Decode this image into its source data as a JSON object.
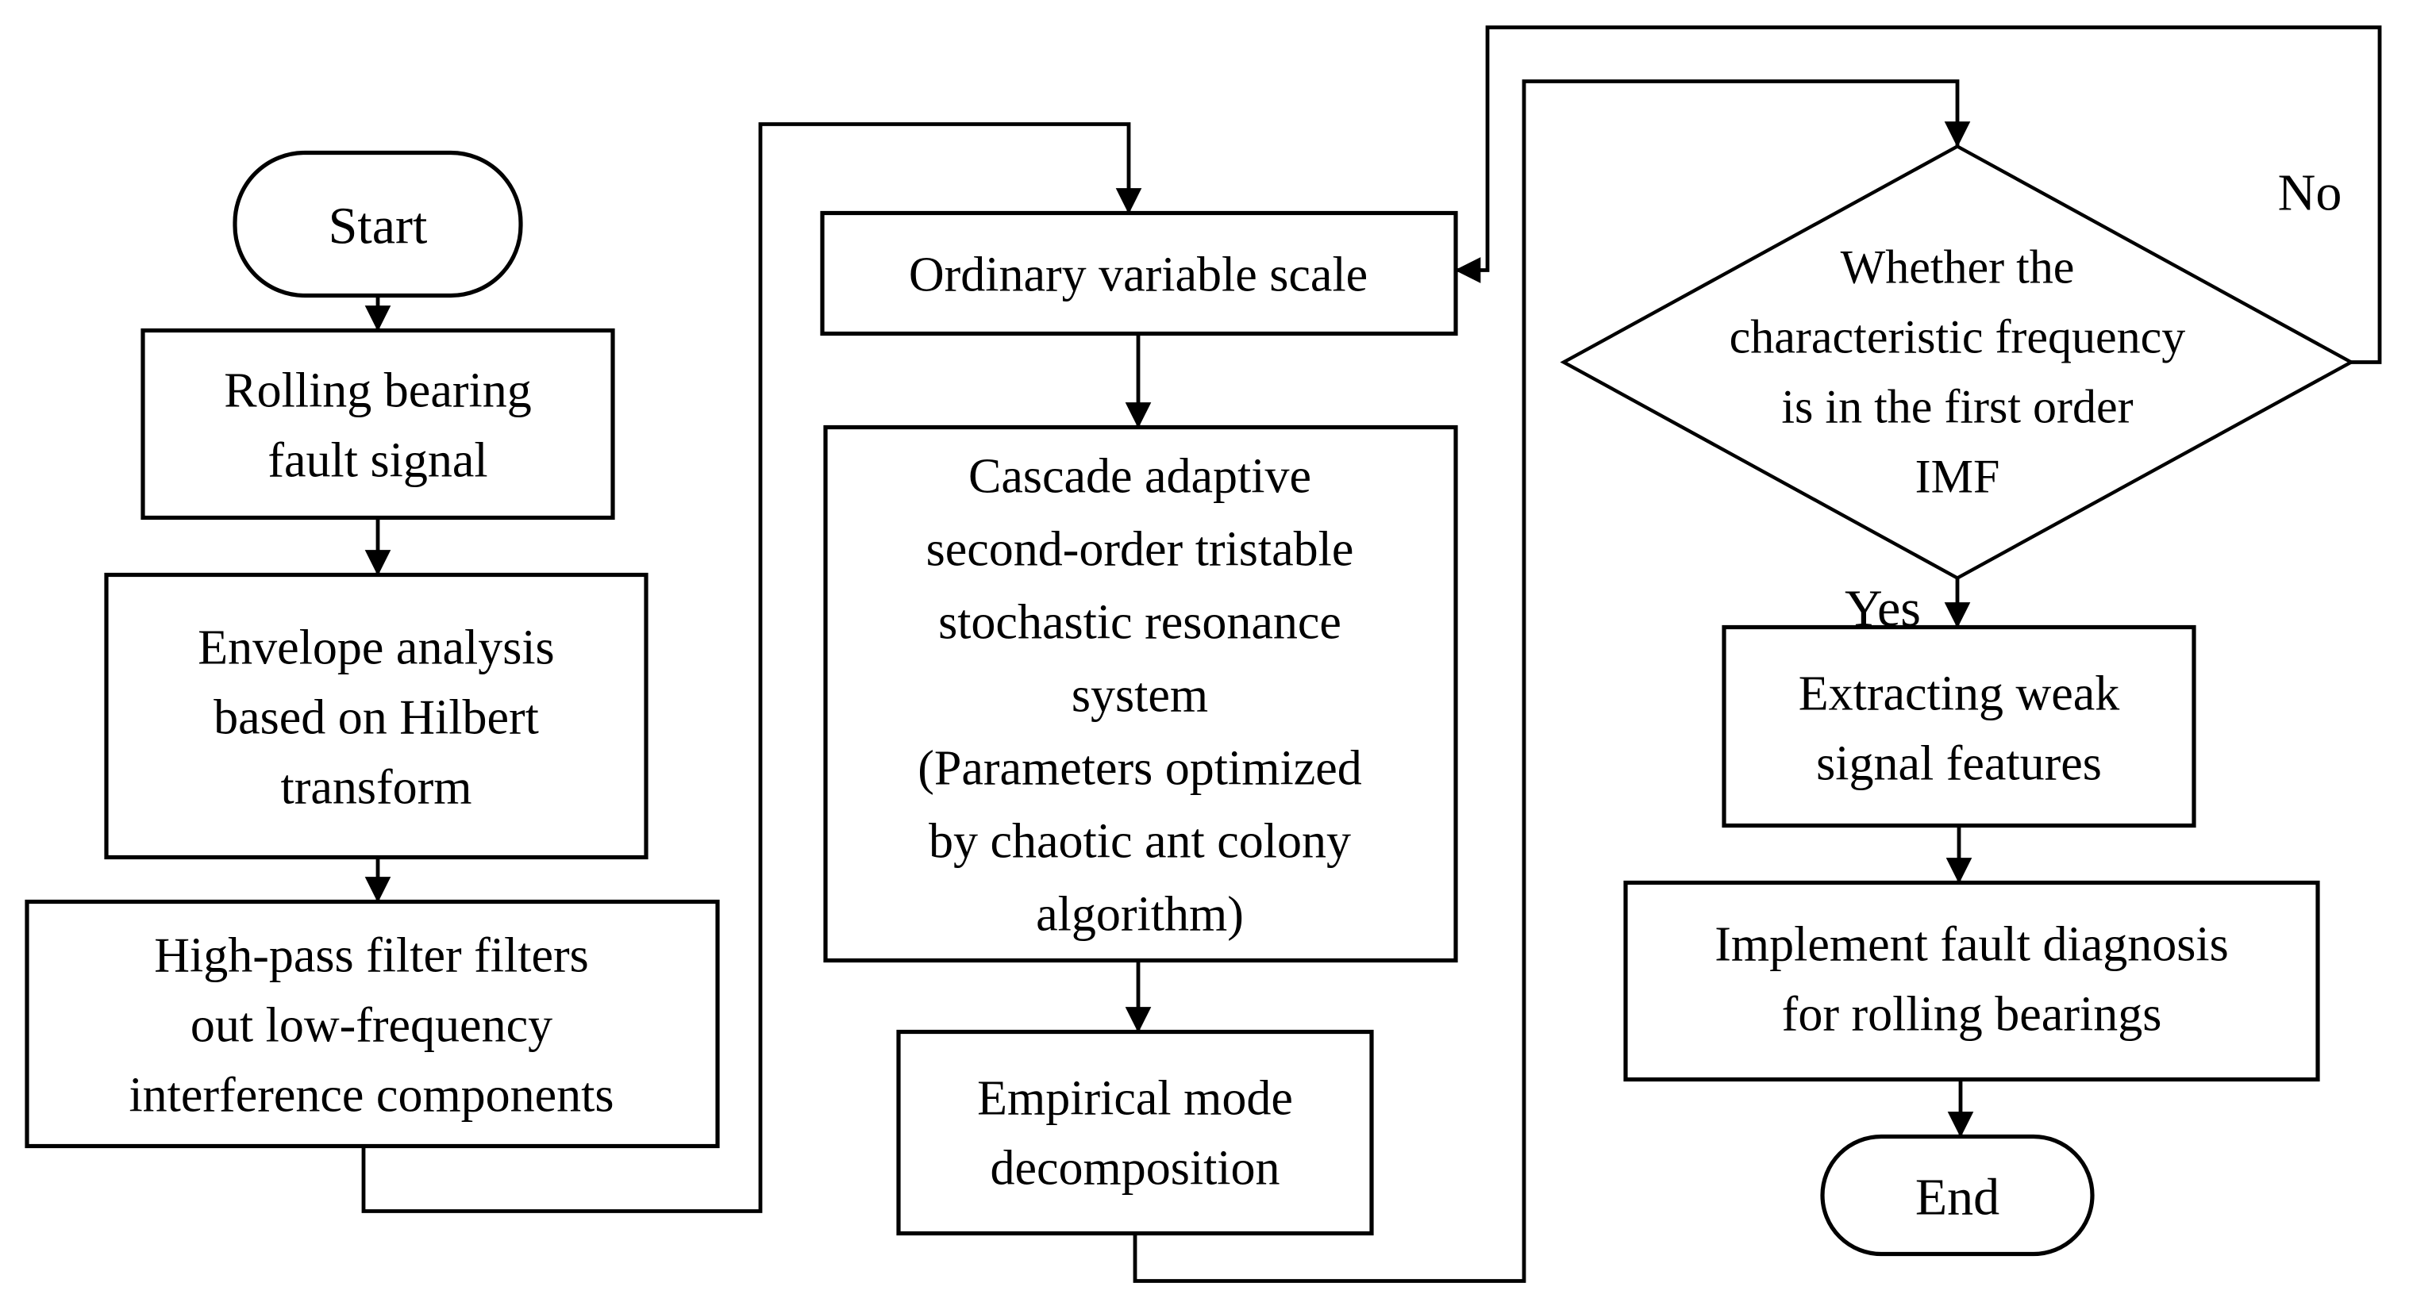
{
  "diagram": {
    "type": "flowchart",
    "colors": {
      "background": "#ffffff",
      "stroke": "#000000",
      "text": "#000000",
      "node_fill": "#ffffff"
    },
    "nodes": {
      "start": {
        "type": "terminator",
        "label": "Start"
      },
      "fault_signal": {
        "type": "process",
        "lines": [
          "Rolling bearing",
          "fault signal"
        ]
      },
      "envelope": {
        "type": "process",
        "lines": [
          "Envelope analysis",
          "based on Hilbert",
          "transform"
        ]
      },
      "highpass": {
        "type": "process",
        "lines": [
          "High-pass filter filters",
          "out low-frequency",
          "interference components"
        ]
      },
      "ordinary": {
        "type": "process",
        "lines": [
          "Ordinary variable scale"
        ]
      },
      "cascade": {
        "type": "process",
        "lines": [
          "Cascade adaptive",
          "second-order tristable",
          "stochastic resonance",
          "system",
          "(Parameters optimized",
          "by chaotic ant colony",
          "algorithm)"
        ]
      },
      "emd": {
        "type": "process",
        "lines": [
          "Empirical mode",
          "decomposition"
        ]
      },
      "decision": {
        "type": "decision",
        "lines": [
          "Whether the",
          "characteristic frequency",
          "is in the first order",
          "IMF"
        ]
      },
      "extract": {
        "type": "process",
        "lines": [
          "Extracting weak",
          "signal features"
        ]
      },
      "implement": {
        "type": "process",
        "lines": [
          "Implement fault diagnosis",
          "for rolling bearings"
        ]
      },
      "end": {
        "type": "terminator",
        "label": "End"
      }
    },
    "edges": [
      {
        "from": "start",
        "to": "fault_signal",
        "label": ""
      },
      {
        "from": "fault_signal",
        "to": "envelope",
        "label": ""
      },
      {
        "from": "envelope",
        "to": "highpass",
        "label": ""
      },
      {
        "from": "highpass",
        "to": "ordinary",
        "label": ""
      },
      {
        "from": "ordinary",
        "to": "cascade",
        "label": ""
      },
      {
        "from": "cascade",
        "to": "emd",
        "label": ""
      },
      {
        "from": "emd",
        "to": "decision",
        "label": ""
      },
      {
        "from": "decision",
        "to": "extract",
        "label": "Yes"
      },
      {
        "from": "extract",
        "to": "implement",
        "label": ""
      },
      {
        "from": "implement",
        "to": "end",
        "label": ""
      },
      {
        "from": "decision",
        "to": "ordinary",
        "label": "No"
      }
    ]
  }
}
